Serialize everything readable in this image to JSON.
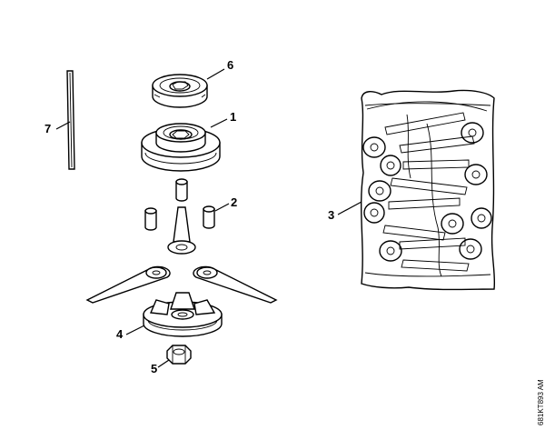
{
  "callouts": {
    "c1": "1",
    "c2": "2",
    "c3": "3",
    "c4": "4",
    "c5": "5",
    "c6": "6",
    "c7": "7"
  },
  "drawing_code": "681KT893 AM"
}
